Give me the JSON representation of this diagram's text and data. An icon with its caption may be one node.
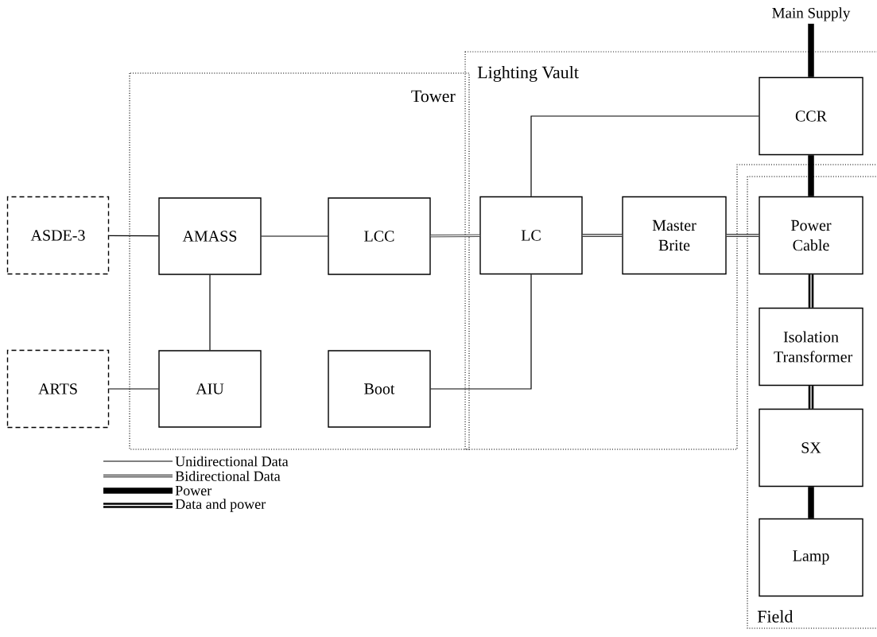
{
  "diagram": {
    "nodes": [
      {
        "text": [
          "Tower"
        ]
      },
      {
        "text": [
          "Lighting Vault"
        ]
      },
      {
        "text": [
          "Field"
        ]
      },
      {
        "text": [
          "Main Supply"
        ]
      },
      {
        "text": [
          "ASDE-3"
        ]
      },
      {
        "text": [
          "AMASS"
        ],
        "in": 0
      },
      {
        "text": [
          "LCC"
        ],
        "in": 0
      },
      {
        "text": [
          "CCR"
        ],
        "in": 1
      },
      {
        "text": [
          "ARTS"
        ]
      },
      {
        "text": [
          "AIU"
        ],
        "in": 0
      },
      {
        "text": [
          "Boot"
        ],
        "in": 0
      },
      {
        "text": [
          "LC"
        ],
        "in": 1
      },
      {
        "text": [
          "Master Brite"
        ],
        "in": 1
      },
      {
        "text": [
          "Power Cable"
        ],
        "in": 2
      },
      {
        "text": [
          "Isolation Transformer"
        ],
        "in": 2
      },
      {
        "text": [
          "SX"
        ],
        "in": 2
      },
      {
        "text": [
          "Lamp"
        ],
        "in": 2
      }
    ],
    "edges": [
      {
        "from": 4,
        "to": 5,
        "arrow": "none"
      },
      {
        "from": 5,
        "to": 6,
        "arrow": "none"
      },
      {
        "from": 5,
        "to": 9,
        "arrow": "none"
      },
      {
        "from": 8,
        "to": 9,
        "arrow": "none"
      },
      {
        "from": 6,
        "to": 11,
        "arrow": "none"
      },
      {
        "from": 10,
        "to": 11,
        "arrow": "none"
      },
      {
        "from": 11,
        "to": 7,
        "arrow": "none"
      },
      {
        "from": 11,
        "to": 12,
        "arrow": "none"
      },
      {
        "from": 12,
        "to": 13,
        "arrow": "none"
      },
      {
        "from": 3,
        "to": 7,
        "arrow": "none",
        "style": "thick"
      },
      {
        "from": 7,
        "to": 13,
        "arrow": "none",
        "style": "thick"
      },
      {
        "from": 13,
        "to": 14,
        "arrow": "none",
        "style": "thick"
      },
      {
        "from": 14,
        "to": 15,
        "arrow": "none",
        "style": "thick"
      },
      {
        "from": 15,
        "to": 16,
        "arrow": "none",
        "style": "thick"
      }
    ],
    "legend": [
      {
        "text": "Unidirectional Data"
      },
      {
        "text": "Bidirectional Data"
      },
      {
        "text": "Power"
      },
      {
        "text": "Data and power"
      }
    ]
  }
}
